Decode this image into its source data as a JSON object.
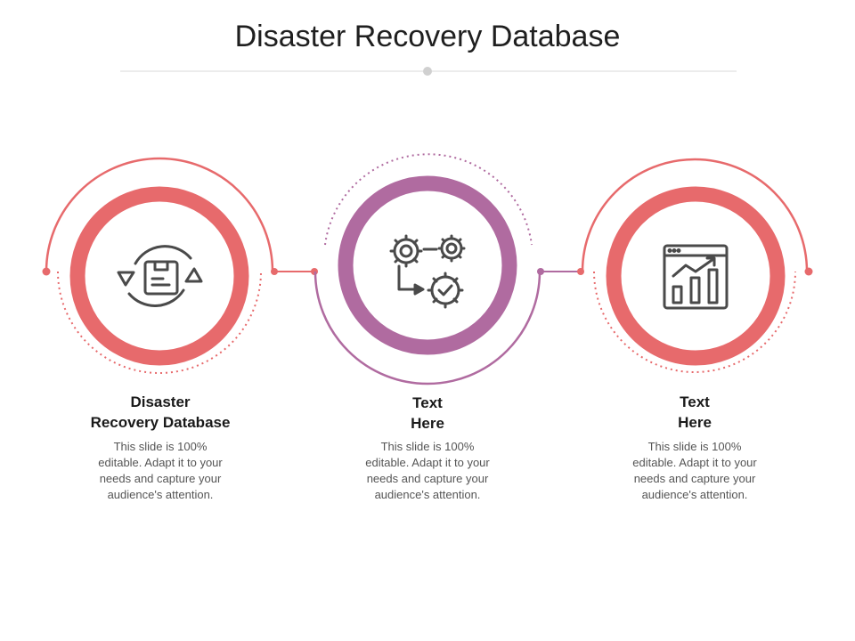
{
  "title": "Disaster Recovery Database",
  "colors": {
    "coral": "#E76A6C",
    "purple": "#B06BA0",
    "icon": "#4a4a4a",
    "divider": "#d9d9d9"
  },
  "items": [
    {
      "heading": [
        "Disaster",
        "Recovery Database"
      ],
      "body": [
        "This slide is 100%",
        "editable. Adapt it to your",
        "needs and capture your",
        "audience's attention."
      ],
      "icon": "recycle-box-icon"
    },
    {
      "heading": [
        "Text",
        "Here"
      ],
      "body": [
        "This slide is 100%",
        "editable. Adapt it to your",
        "needs and capture your",
        "audience's attention."
      ],
      "icon": "gears-workflow-icon"
    },
    {
      "heading": [
        "Text",
        "Here"
      ],
      "body": [
        "This slide is 100%",
        "editable. Adapt it to your",
        "needs and capture your",
        "audience's attention."
      ],
      "icon": "analytics-chart-icon"
    }
  ]
}
